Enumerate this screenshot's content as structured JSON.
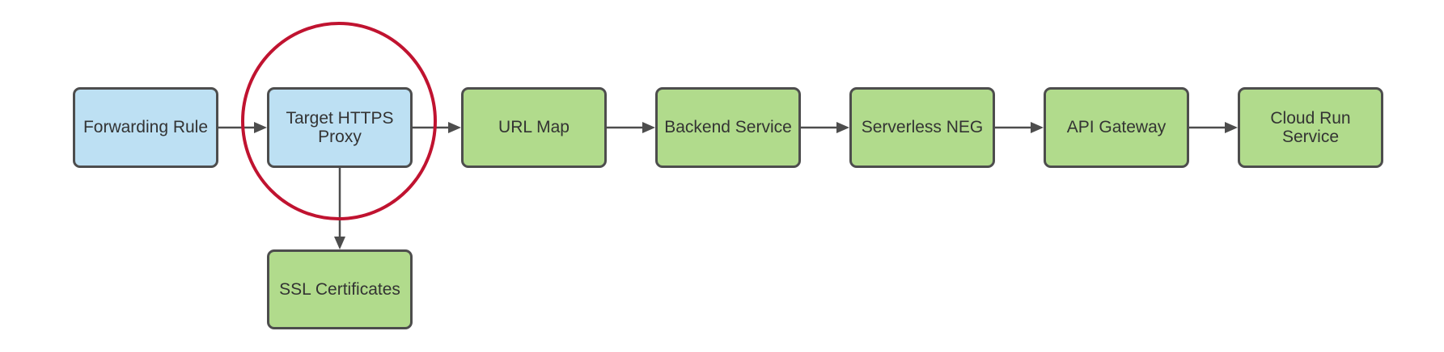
{
  "diagram": {
    "nodes": [
      {
        "id": "forwarding-rule",
        "label": "Forwarding Rule",
        "fill": "blue"
      },
      {
        "id": "target-https-proxy",
        "label": "Target HTTPS\nProxy",
        "fill": "blue",
        "annotation": "highlighted-with-red-circle"
      },
      {
        "id": "url-map",
        "label": "URL Map",
        "fill": "green"
      },
      {
        "id": "backend-service",
        "label": "Backend Service",
        "fill": "green"
      },
      {
        "id": "serverless-neg",
        "label": "Serverless NEG",
        "fill": "green"
      },
      {
        "id": "api-gateway",
        "label": "API Gateway",
        "fill": "green"
      },
      {
        "id": "cloud-run-service",
        "label": "Cloud Run\nService",
        "fill": "green"
      },
      {
        "id": "ssl-certificates",
        "label": "SSL Certificates",
        "fill": "green"
      }
    ],
    "edges": [
      {
        "from": "forwarding-rule",
        "to": "target-https-proxy"
      },
      {
        "from": "target-https-proxy",
        "to": "url-map"
      },
      {
        "from": "url-map",
        "to": "backend-service"
      },
      {
        "from": "backend-service",
        "to": "serverless-neg"
      },
      {
        "from": "serverless-neg",
        "to": "api-gateway"
      },
      {
        "from": "api-gateway",
        "to": "cloud-run-service"
      },
      {
        "from": "target-https-proxy",
        "to": "ssl-certificates"
      }
    ],
    "colors": {
      "background": "#ffffff",
      "node_fill_blue": "#bde0f3",
      "node_fill_green": "#b1db8c",
      "node_border": "#4d4d4d",
      "edge": "#4d4d4d",
      "text": "#333333",
      "highlight_circle": "#c01330"
    }
  }
}
